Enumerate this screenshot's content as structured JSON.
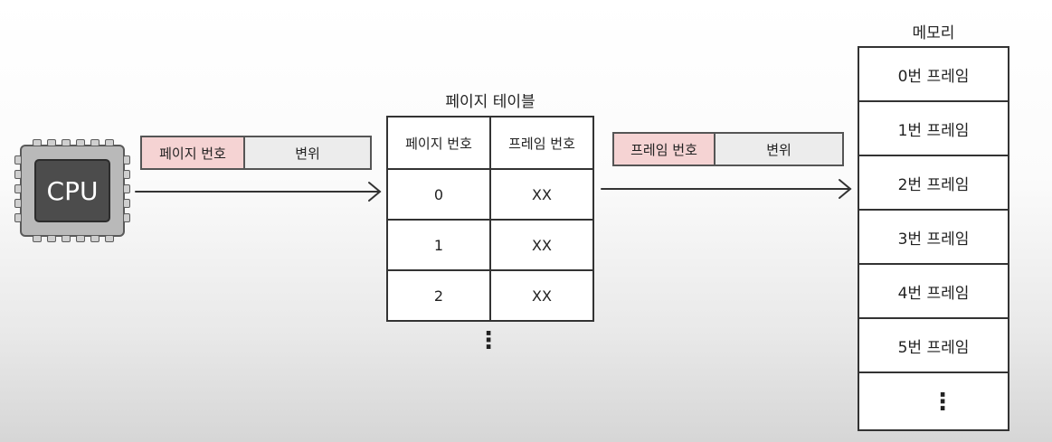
{
  "cpu": {
    "label": "CPU"
  },
  "logical_address": {
    "page_number": "페이지 번호",
    "offset": "변위"
  },
  "page_table": {
    "title": "페이지 테이블",
    "headers": [
      "페이지 번호",
      "프레임 번호"
    ],
    "rows": [
      {
        "page": "0",
        "frame": "XX"
      },
      {
        "page": "1",
        "frame": "XX"
      },
      {
        "page": "2",
        "frame": "XX"
      }
    ],
    "continuation": "⋮"
  },
  "physical_address": {
    "frame_number": "프레임 번호",
    "offset": "변위"
  },
  "memory": {
    "title": "메모리",
    "frames": [
      "0번 프레임",
      "1번 프레임",
      "2번 프레임",
      "3번 프레임",
      "4번 프레임",
      "5번 프레임"
    ],
    "continuation": "⋮"
  },
  "colors": {
    "highlight": "#f5d3d3",
    "chip_body": "#b9b9b9",
    "chip_die": "#4c4c4c"
  }
}
